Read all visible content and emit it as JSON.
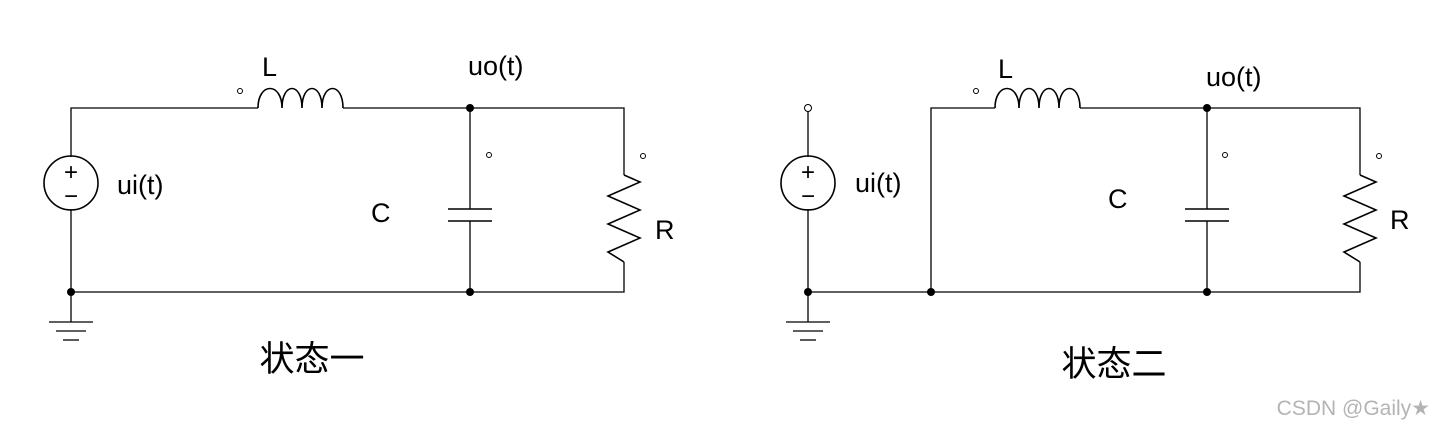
{
  "circuits": [
    {
      "caption": "状态一",
      "labels": {
        "inductor": "L",
        "output": "uo(t)",
        "source": "ui(t)",
        "capacitor": "C",
        "resistor": "R"
      },
      "source_plus": "+",
      "source_minus": "−"
    },
    {
      "caption": "状态二",
      "labels": {
        "inductor": "L",
        "output": "uo(t)",
        "source": "ui(t)",
        "capacitor": "C",
        "resistor": "R"
      },
      "source_plus": "+",
      "source_minus": "−"
    }
  ],
  "watermark": "CSDN @Gaily★"
}
